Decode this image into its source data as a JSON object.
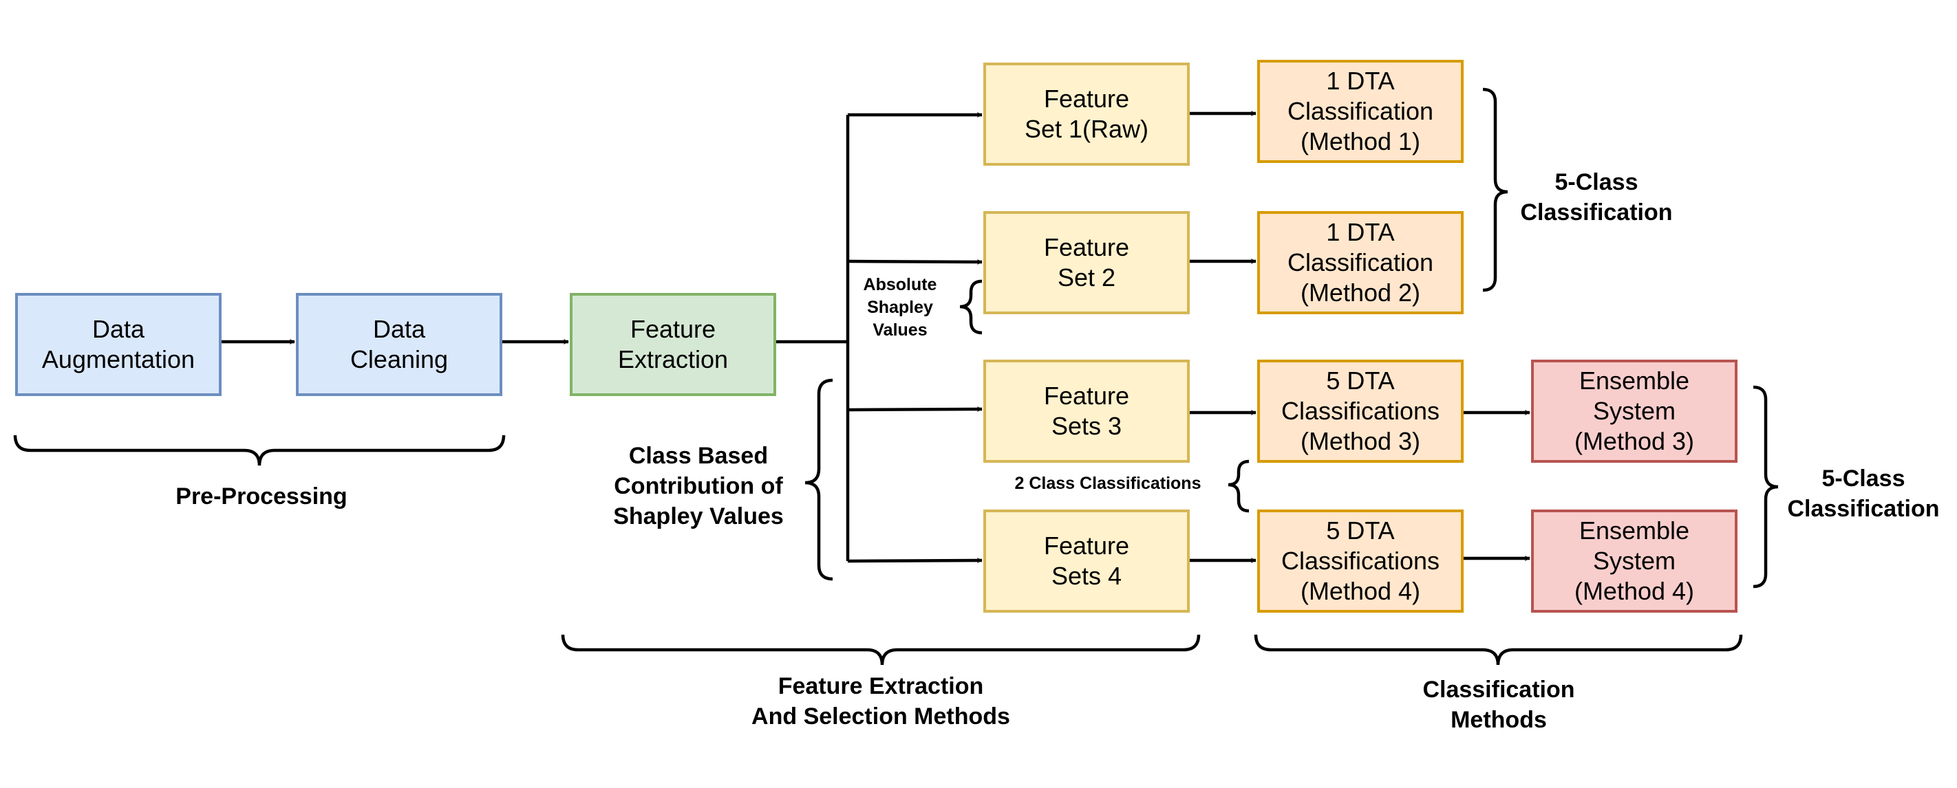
{
  "nodes": {
    "data_augmentation": "Data\nAugmentation",
    "data_cleaning": "Data\nCleaning",
    "feature_extraction": "Feature\nExtraction",
    "feature_set_1": "Feature\nSet 1(Raw)",
    "feature_set_2": "Feature\nSet 2",
    "feature_sets_3": "Feature\nSets 3",
    "feature_sets_4": "Feature\nSets 4",
    "dta_method_1": "1 DTA\nClassification\n(Method 1)",
    "dta_method_2": "1 DTA\nClassification\n(Method 2)",
    "dta_method_3": "5 DTA\nClassifications\n(Method 3)",
    "dta_method_4": "5 DTA\nClassifications\n(Method 4)",
    "ensemble_3": "Ensemble\nSystem\n(Method 3)",
    "ensemble_4": "Ensemble\nSystem\n(Method 4)"
  },
  "labels": {
    "pre_processing": "Pre-Processing",
    "absolute_shapley": "Absolute\nShapley\nValues",
    "class_based_shapley": "Class Based\nContribution of\nShapley Values",
    "two_class": "2 Class Classifications",
    "five_class_top": "5-Class\nClassification",
    "five_class_bottom": "5-Class\nClassification",
    "feature_methods": "Feature Extraction\nAnd Selection Methods",
    "classification_methods": "Classification\nMethods"
  },
  "colors": {
    "blue_fill": "#dae8fc",
    "blue_stroke": "#6c8ebf",
    "green_fill": "#d5e8d4",
    "green_stroke": "#82b366",
    "yellow_fill": "#fff2cc",
    "yellow_stroke": "#d6b656",
    "orange_fill": "#ffe6cc",
    "orange_stroke": "#d79b00",
    "red_fill": "#f8cecc",
    "red_stroke": "#b85450"
  }
}
